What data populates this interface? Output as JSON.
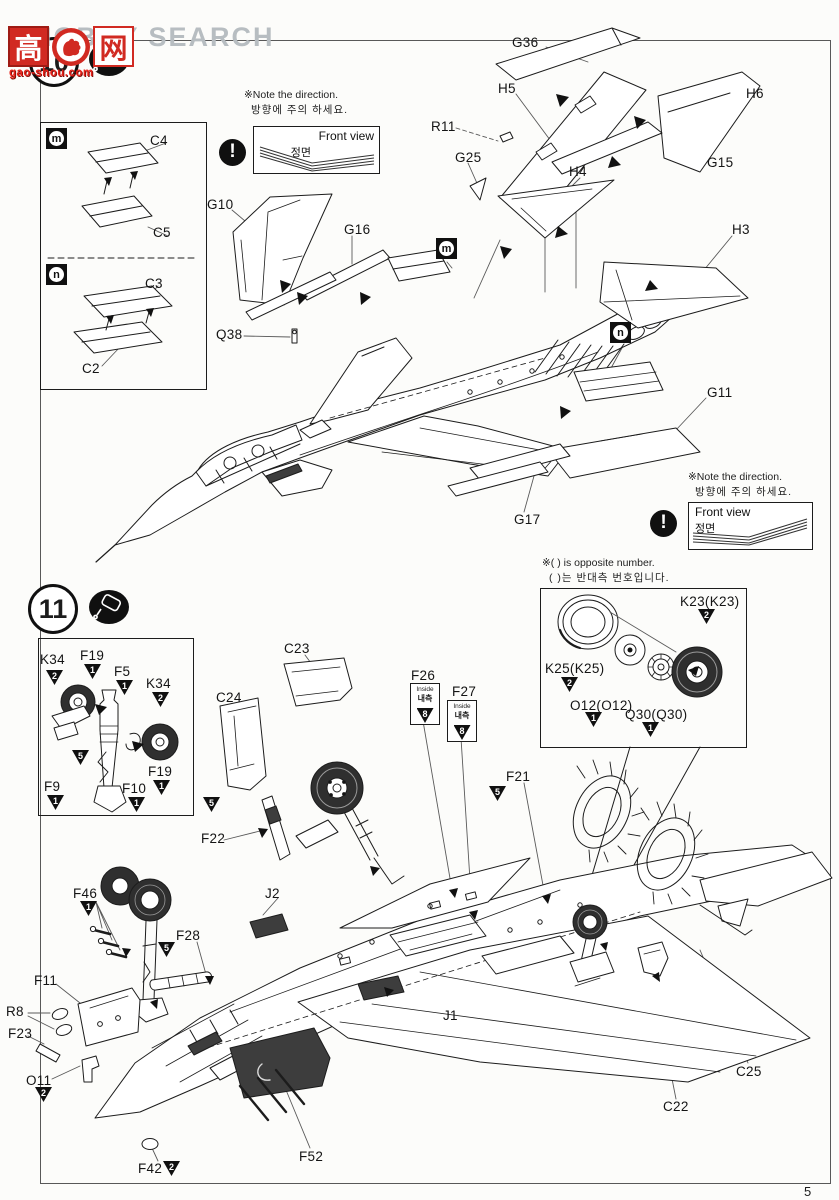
{
  "watermark": {
    "brand_text": "HOBBY SEARCH",
    "logo_char_left": "高",
    "logo_char_right": "网",
    "site_url": "gao-shou.com"
  },
  "page": {
    "number": "5"
  },
  "steps": {
    "s10": "10",
    "s11": "11"
  },
  "icons": {
    "exclamation": "!",
    "assembly_m": "m",
    "assembly_n": "n"
  },
  "notes": {
    "direction_en": "※Note the direction.",
    "direction_ko": "방향에 주의 하세요.",
    "front_view_en": "Front view",
    "front_view_ko": "정면",
    "opposite_en": "※(  ) is opposite number.",
    "opposite_ko": "(  )는 반대측 번호입니다.",
    "inside_en": "Inside",
    "inside_ko": "내측"
  },
  "markers": {
    "n1": "1",
    "n2": "2",
    "n5": "5",
    "n8": "8"
  },
  "parts": {
    "c4": "C4",
    "c5": "C5",
    "c3": "C3",
    "c2": "C2",
    "g36": "G36",
    "h5": "H5",
    "h6": "H6",
    "r11": "R11",
    "g25": "G25",
    "g15": "G15",
    "h4": "H4",
    "h3": "H3",
    "g10": "G10",
    "g16": "G16",
    "q38": "Q38",
    "g11": "G11",
    "g17": "G17",
    "k34": "K34",
    "f19": "F19",
    "f5": "F5",
    "f9": "F9",
    "f10": "F10",
    "k23": "K23(K23)",
    "k25": "K25(K25)",
    "o12": "O12(O12)",
    "q30": "Q30(Q30)",
    "c23": "C23",
    "c24": "C24",
    "f26": "F26",
    "f27": "F27",
    "f21": "F21",
    "f22": "F22",
    "f46": "F46",
    "f28": "F28",
    "j2": "J2",
    "f11": "F11",
    "r8": "R8",
    "f23": "F23",
    "o11": "O11",
    "j1": "J1",
    "c25": "C25",
    "c22": "C22",
    "f52": "F52",
    "f42": "F42"
  }
}
